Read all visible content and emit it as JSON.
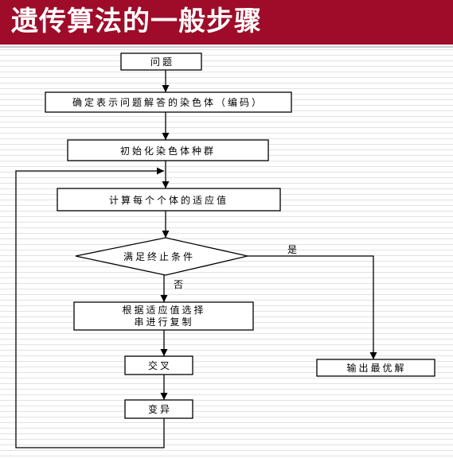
{
  "title": "遗传算法的一般步骤",
  "colors": {
    "title_bar": "#9e0c2a",
    "title_text": "#ffffff",
    "line": "#000000",
    "node_fill": "#ffffff"
  },
  "nodes": {
    "problem": "问题",
    "encoding": "确定表示问题解答的染色体（编码）",
    "init_population": "初始化染色体种群",
    "fitness": "计算每个个体的适应值",
    "stop_condition": "满足终止条件",
    "selection_line1": "根据适应值选择",
    "selection_line2": "串进行复制",
    "crossover": "交叉",
    "mutation": "变异",
    "output": "输出最优解"
  },
  "edge_labels": {
    "yes": "是",
    "no": "否"
  }
}
